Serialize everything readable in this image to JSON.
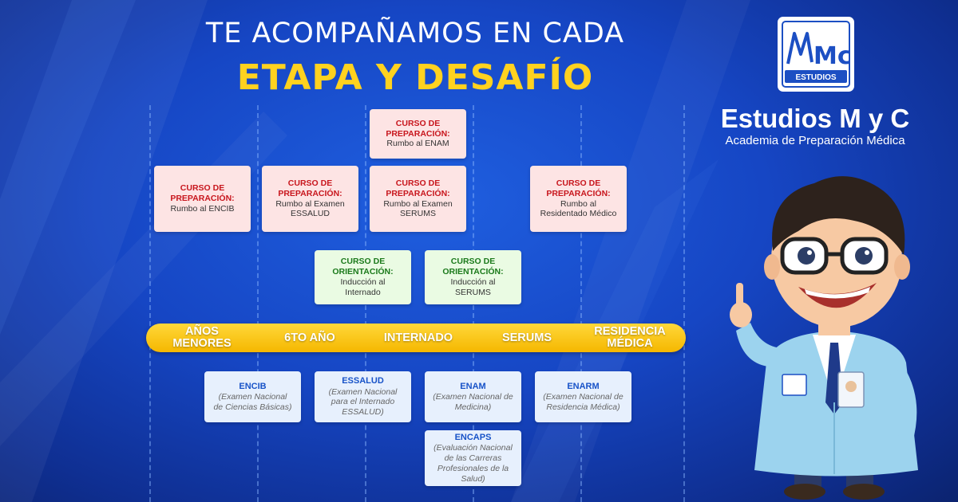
{
  "header": {
    "line1": "TE ACOMPAÑAMOS EN CADA",
    "line2": "ETAPA Y DESAFÍO"
  },
  "brand": {
    "logo_mark": "Mc",
    "logo_sub": "ESTUDIOS",
    "name": "Estudios M y C",
    "tagline": "Academia de Preparación Médica"
  },
  "stages": [
    {
      "label": "AÑOS\nMENORES"
    },
    {
      "label": "6TO AÑO"
    },
    {
      "label": "INTERNADO"
    },
    {
      "label": "SERUMS"
    },
    {
      "label": "RESIDENCIA\nMÉDICA"
    }
  ],
  "prep_courses": [
    {
      "title": "CURSO DE\nPREPARACIÓN:",
      "desc": "Rumbo al ENAM"
    },
    {
      "title": "CURSO DE\nPREPARACIÓN:",
      "desc": "Rumbo al ENCIB"
    },
    {
      "title": "CURSO DE\nPREPARACIÓN:",
      "desc": "Rumbo al Examen\nESSALUD"
    },
    {
      "title": "CURSO DE\nPREPARACIÓN:",
      "desc": "Rumbo al Examen\nSERUMS"
    },
    {
      "title": "CURSO DE\nPREPARACIÓN:",
      "desc": "Rumbo al\nResidentado Médico"
    }
  ],
  "orientation_courses": [
    {
      "title": "CURSO DE\nORIENTACIÓN:",
      "desc": "Inducción al\nInternado"
    },
    {
      "title": "CURSO DE\nORIENTACIÓN:",
      "desc": "Inducción al\nSERUMS"
    }
  ],
  "exams": [
    {
      "title": "ENCIB",
      "desc": "(Examen Nacional\nde Ciencias Básicas)"
    },
    {
      "title": "ESSALUD",
      "desc": "(Examen Nacional\npara el Internado\nESSALUD)"
    },
    {
      "title": "ENAM",
      "desc": "(Examen Nacional de\nMedicina)"
    },
    {
      "title": "ENARM",
      "desc": "(Examen Nacional de\nResidencia Médica)"
    },
    {
      "title": "ENCAPS",
      "desc": "(Evaluación Nacional\nde las Carreras\nProfesionales de la\nSalud)"
    }
  ],
  "colors": {
    "accent_yellow": "#ffd21f",
    "prep_title_red": "#c8161d",
    "orient_title_green": "#1b7a1b",
    "exam_title_blue": "#1853c8",
    "background_blue": "#1646c4"
  },
  "icons": {
    "mascot": "doctor-mascot-icon",
    "logo": "brand-logo-icon"
  }
}
